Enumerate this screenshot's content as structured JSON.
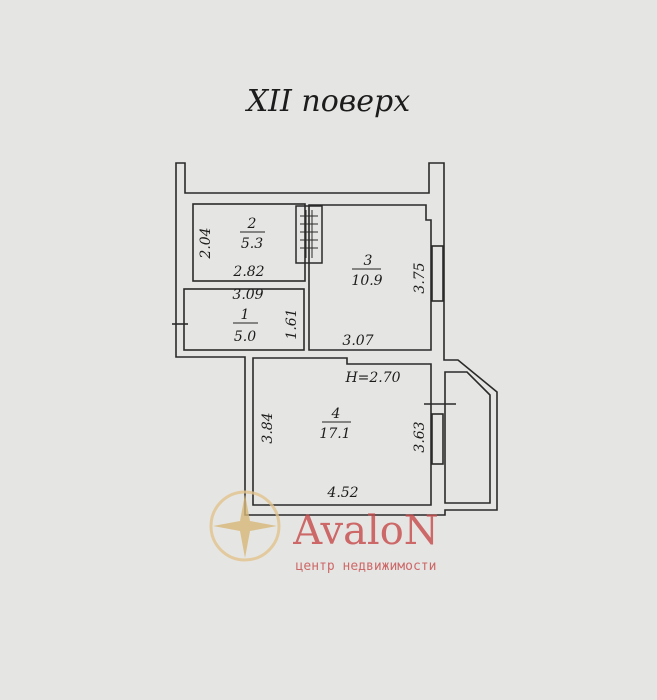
{
  "title": "XII поверх",
  "ceiling_height": "H=2.70",
  "rooms": [
    {
      "number": "1",
      "area": "5.0",
      "dims": [
        "3.09",
        "1.61"
      ]
    },
    {
      "number": "2",
      "area": "5.3",
      "dims": [
        "2.04",
        "2.82"
      ]
    },
    {
      "number": "3",
      "area": "10.9",
      "dims": [
        "3.75",
        "3.07"
      ]
    },
    {
      "number": "4",
      "area": "17.1",
      "dims": [
        "3.84",
        "3.63",
        "4.52"
      ]
    }
  ],
  "watermark": {
    "brand": "AvaloN",
    "tagline": "центр недвижимости",
    "color": "#c84a4a"
  }
}
